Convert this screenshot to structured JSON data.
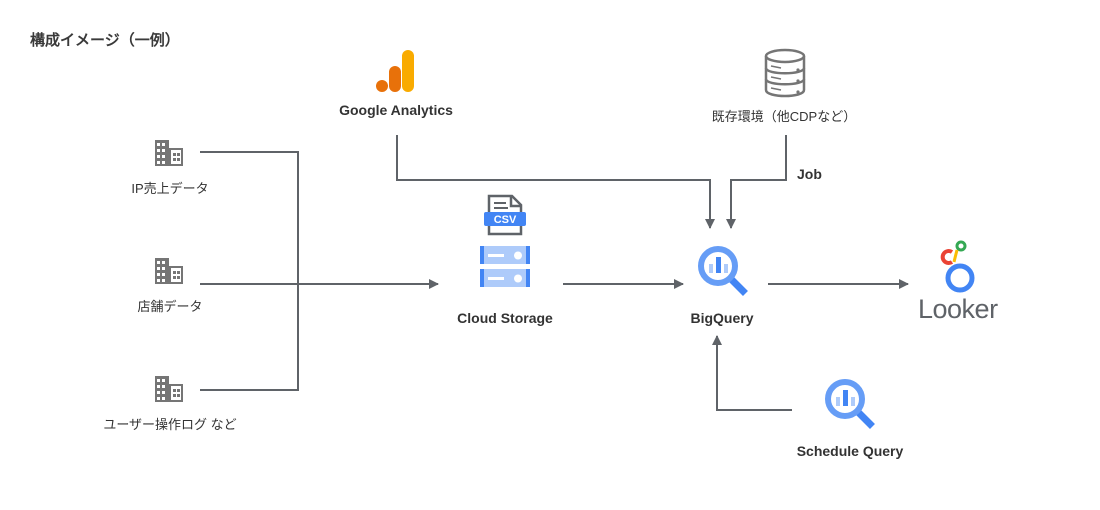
{
  "title": "構成イメージ（一例）",
  "sources": [
    {
      "label": "IP売上データ",
      "icon": "building-icon"
    },
    {
      "label": "店舗データ",
      "icon": "building-icon"
    },
    {
      "label": "ユーザー操作ログ など",
      "icon": "building-icon"
    }
  ],
  "google_analytics": {
    "label": "Google Analytics",
    "icon": "google-analytics-icon"
  },
  "existing_env": {
    "label": "既存環境（他CDPなど）",
    "icon": "database-icon",
    "connector_label": "Job"
  },
  "cloud_storage": {
    "label": "Cloud Storage",
    "icon": "cloud-storage-icon",
    "file_badge": "CSV"
  },
  "bigquery": {
    "label": "BigQuery",
    "icon": "bigquery-icon"
  },
  "looker": {
    "label": "Looker",
    "icon": "looker-icon"
  },
  "schedule_query": {
    "label": "Schedule Query",
    "icon": "bigquery-icon"
  },
  "colors": {
    "line": "#5f6368",
    "icon_gray": "#757575",
    "google_blue": "#4285f4",
    "ga_orange": "#e8710a",
    "ga_yellow": "#f9ab00"
  }
}
